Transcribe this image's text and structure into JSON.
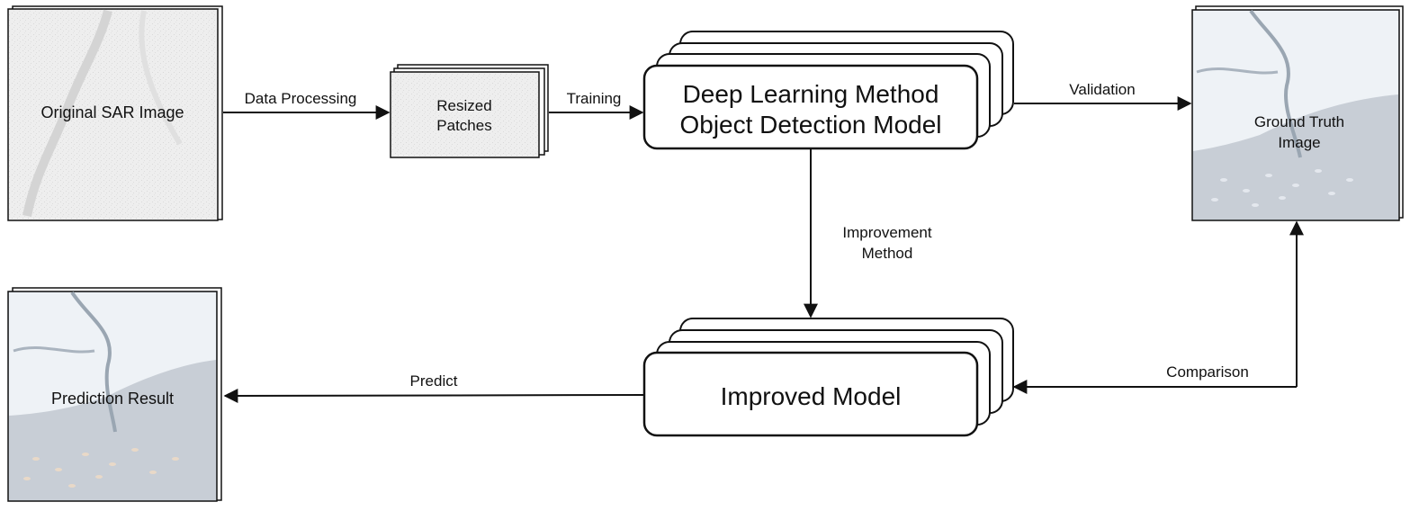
{
  "nodes": {
    "original": {
      "label": "Original SAR Image"
    },
    "patches": {
      "line1": "Resized",
      "line2": "Patches"
    },
    "model": {
      "line1": "Deep Learning Method",
      "line2": "Object Detection Model"
    },
    "ground_truth": {
      "line1": "Ground Truth",
      "line2": "Image"
    },
    "improved": {
      "label": "Improved Model"
    },
    "prediction": {
      "label": "Prediction Result"
    }
  },
  "edges": {
    "data_processing": "Data Processing",
    "training": "Training",
    "validation": "Validation",
    "improvement_line1": "Improvement",
    "improvement_line2": "Method",
    "comparison": "Comparison",
    "predict": "Predict"
  },
  "colors": {
    "sar_texture": "#ececec",
    "water": "#c9cfd6",
    "land": "#eef2f6",
    "box_border": "#111111"
  }
}
